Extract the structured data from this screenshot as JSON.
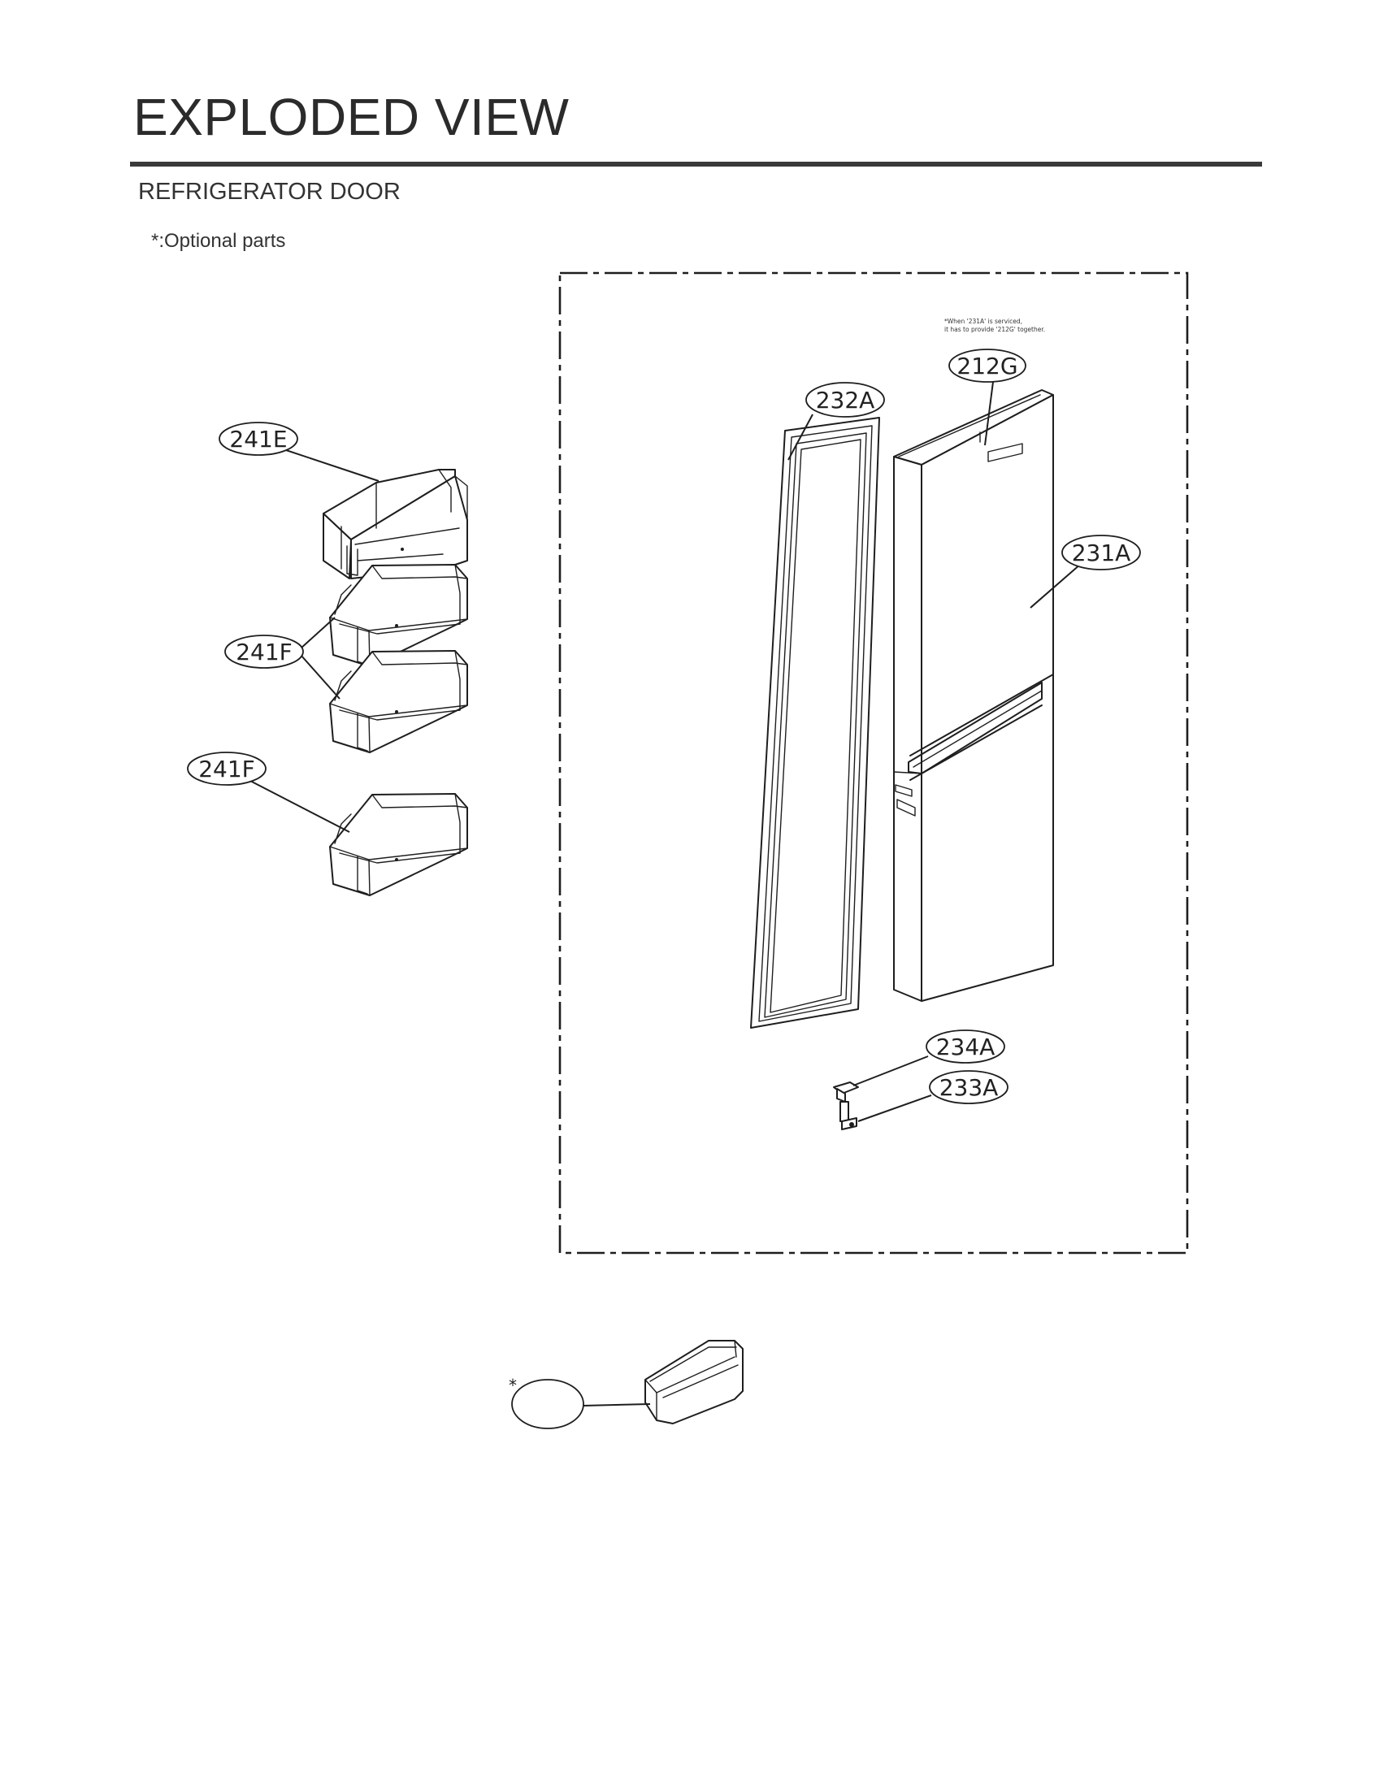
{
  "header": {
    "title": "EXPLODED VIEW",
    "section": "REFRIGERATOR DOOR",
    "optional_note": "*:Optional parts"
  },
  "service_note": {
    "line1": "*When '231A' is serviced,",
    "line2": "it has to provide '212G' together."
  },
  "callouts": {
    "c241E": "241E",
    "c241F_a": "241F",
    "c241F_b": "241F",
    "c232A": "232A",
    "c212G": "212G",
    "c231A": "231A",
    "c234A": "234A",
    "c233A": "233A",
    "optional_marker": "*"
  }
}
